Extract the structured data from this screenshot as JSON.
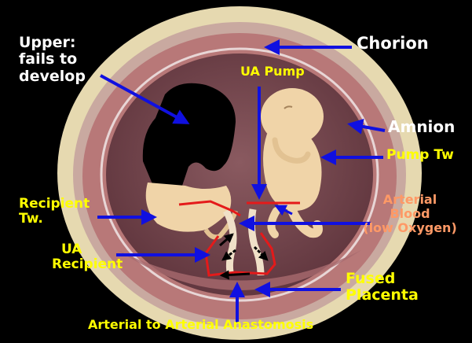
{
  "labels": {
    "upper": [
      "Upper:",
      "fails to",
      "develop"
    ],
    "chorion": "Chorion",
    "ua_pump": "UA Pump",
    "amnion": "Amnion",
    "pump_twin": "Pump Tw",
    "recipient_twin": [
      "Recipient",
      "Tw."
    ],
    "arterial_blood": [
      "Arterial",
      "Blood",
      "(low Oxygen)"
    ],
    "ua_recipient": [
      "UA",
      "Recipient"
    ],
    "fused_placenta": [
      "Fused",
      "Placenta"
    ],
    "anastomosis": "Arterial to Arterial Anastomosis"
  },
  "colors": {
    "background": "#000000",
    "pointer_arrows": "#1010e0",
    "vessels": "#e41a1a",
    "flow_arrows": "#000000",
    "label_white": "#ffffff",
    "label_yellow": "#ffff00",
    "label_orange": "#ff9966",
    "chorion_rim": "#e6d9b0",
    "placenta_wall": "#b87878",
    "amniotic_cavity": "#7a4a52",
    "fetus_skin": "#f0d4a8",
    "acardiac_twin": "#000000"
  }
}
